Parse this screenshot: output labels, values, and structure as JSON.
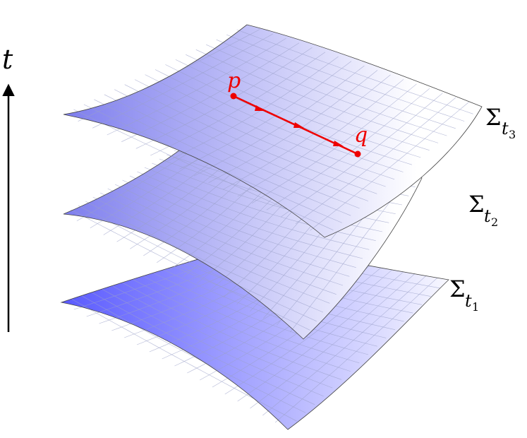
{
  "axis": {
    "label": "t",
    "color": "#000000"
  },
  "sheets": [
    {
      "symbol": "Σ",
      "subscript_var": "t",
      "subscript_index": "1"
    },
    {
      "symbol": "Σ",
      "subscript_var": "t",
      "subscript_index": "2"
    },
    {
      "symbol": "Σ",
      "subscript_var": "t",
      "subscript_index": "3"
    }
  ],
  "path": {
    "start_label": "p",
    "end_label": "q",
    "color": "#ee0000"
  },
  "colors": {
    "surface_fill": "#5a5aff",
    "grid_line": "#9aa0c8",
    "edge_line": "#444444"
  }
}
